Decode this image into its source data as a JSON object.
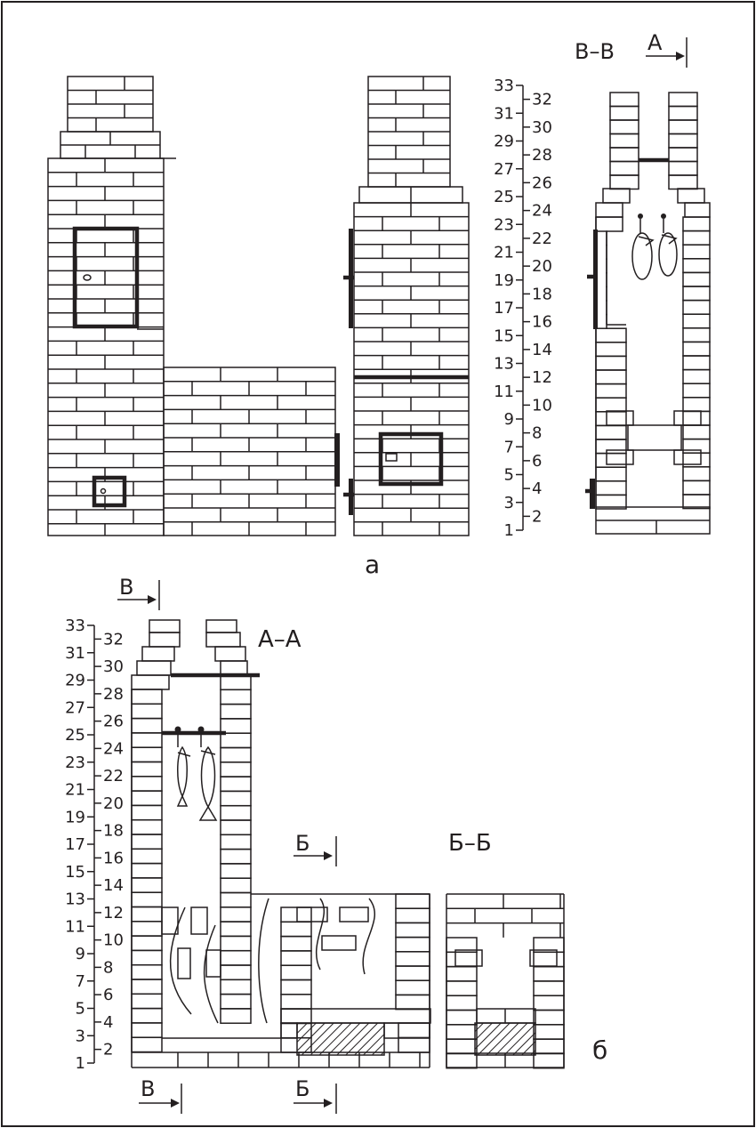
{
  "labels": {
    "part_a": "а",
    "part_b": "б",
    "section_vv": "В–В",
    "section_aa": "А–А",
    "section_bb": "Б–Б"
  },
  "markers": {
    "A": "А",
    "B": "Б",
    "V": "В"
  },
  "scale": {
    "left_numbers": [
      "33",
      "31",
      "29",
      "27",
      "25",
      "23",
      "21",
      "19",
      "17",
      "15",
      "13",
      "11",
      "9",
      "7",
      "5",
      "3",
      "1"
    ],
    "right_numbers": [
      "32",
      "30",
      "28",
      "26",
      "24",
      "22",
      "20",
      "18",
      "16",
      "14",
      "12",
      "10",
      "8",
      "6",
      "4",
      "2"
    ]
  },
  "colors": {
    "ink": "#231f20",
    "background": "#ffffff"
  }
}
